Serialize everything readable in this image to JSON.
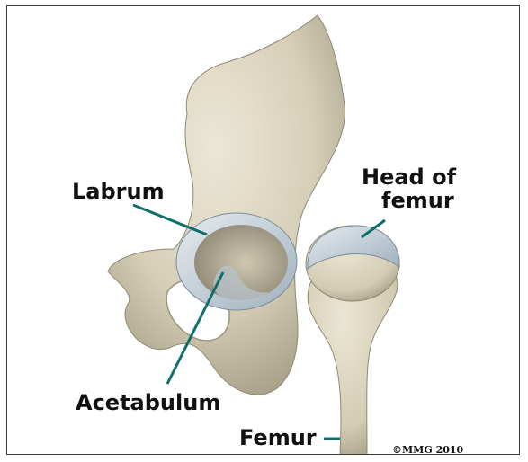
{
  "labels": {
    "labrum": "Labrum",
    "head_line1": "Head of",
    "head_line2": "femur",
    "acetabulum": "Acetabulum",
    "femur": "Femur"
  },
  "copyright": "©MMG 2010",
  "colors": {
    "bone": "#d8d2bd",
    "bone_shadow": "#a39c86",
    "cartilage": "#c9d2da",
    "leader_line": "#0e6f6a",
    "text": "#111111"
  }
}
